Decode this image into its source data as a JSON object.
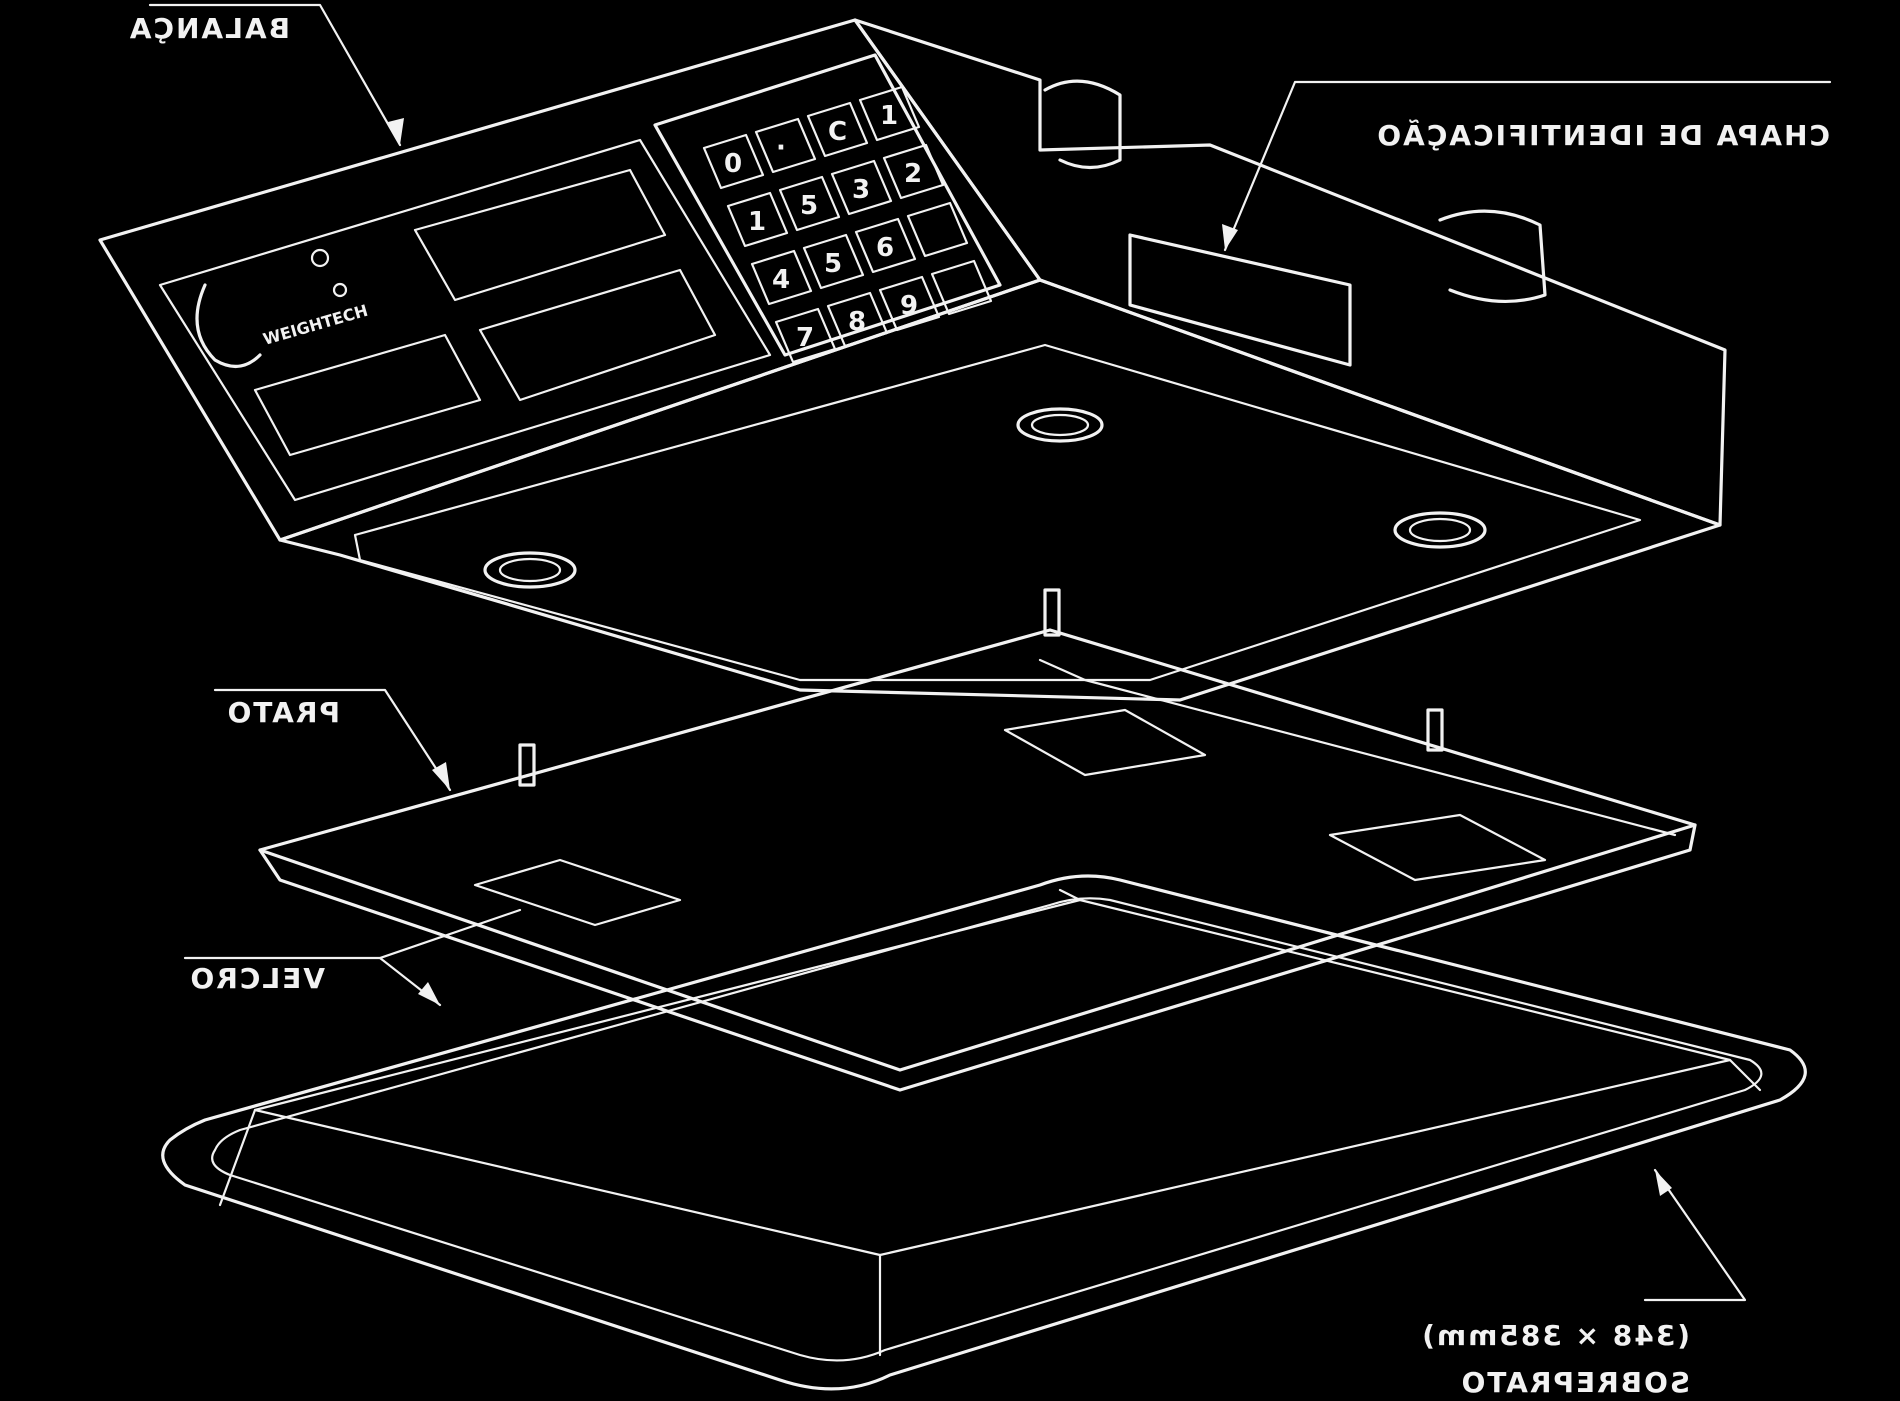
{
  "labels": {
    "balanca": "BALANÇA",
    "chapa": "CHAPA DE IDENTIFICAÇÃO",
    "prato": "PRATO",
    "velcro": "VELCRO",
    "sobreprato": "SOBREPRATO",
    "dimensoes": "(348 × 385mm)"
  },
  "brand": "WEIGHTECH",
  "keypad": {
    "keys": [
      "1",
      "C",
      "·",
      "0",
      "2",
      "3",
      "5",
      "1",
      "",
      "6",
      "5",
      "4",
      "",
      "9",
      "8",
      "7"
    ]
  },
  "colors": {
    "background": "#000000",
    "line": "#f2f2f2"
  }
}
